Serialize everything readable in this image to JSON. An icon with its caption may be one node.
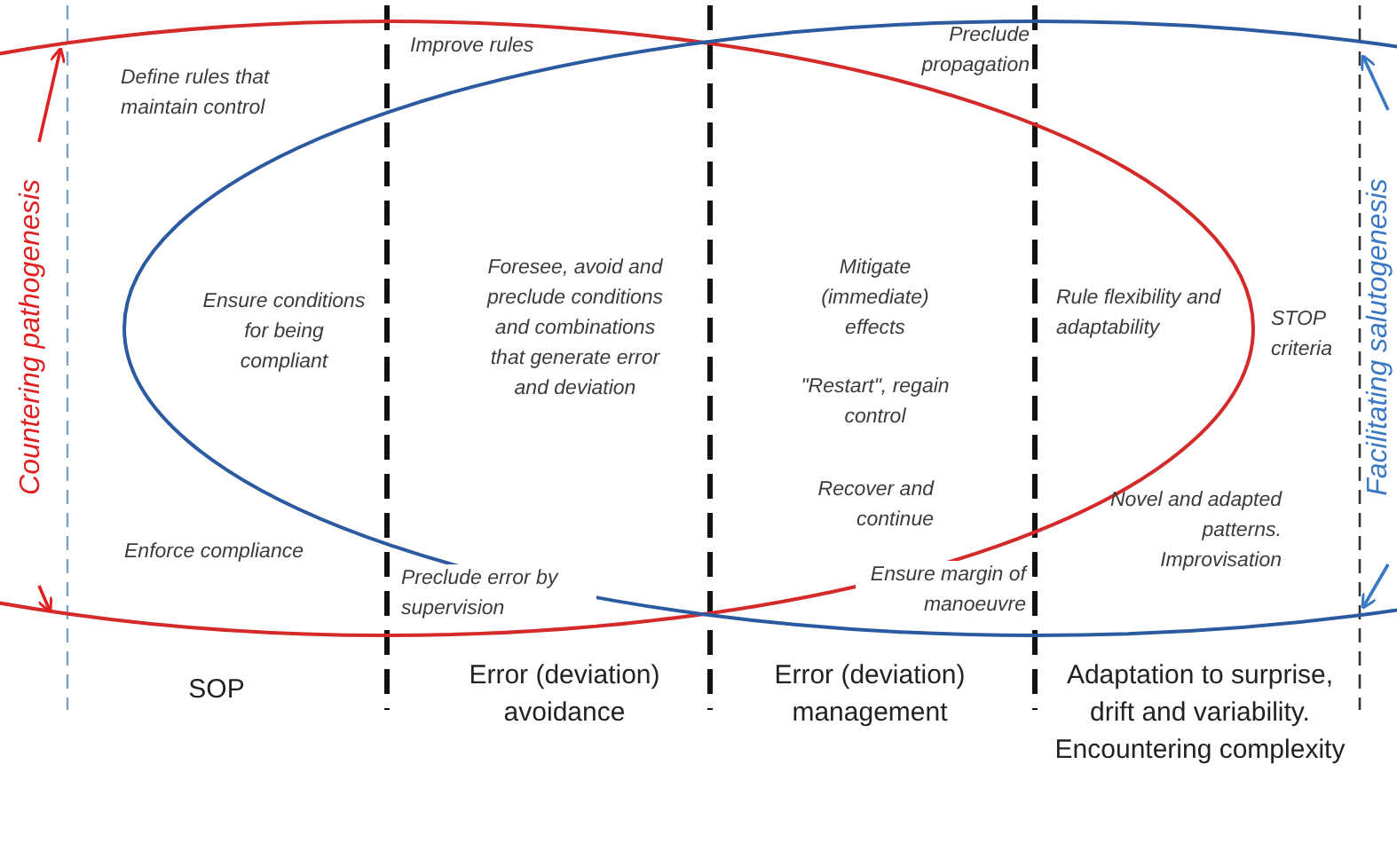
{
  "diagram": {
    "labels": [
      "Countering pathogenesis",
      "Define rules that maintain control",
      "Improve rules",
      "Preclude propagation",
      "Facilitating salutogenesis",
      "Ensure conditions for being compliant",
      "Foresee, avoid and preclude conditions  and combinations that generate error and deviation",
      "Mitigate (immediate) effects",
      "\"Restart\", regain control",
      "Rule flexibility and adaptability",
      "STOP criteria",
      "Enforce compliance",
      "Preclude error by supervision",
      "Recover and continue",
      "Ensure margin of manoeuvre",
      "Novel and adapted patterns. Improvisation",
      "SOP",
      "Error (deviation) avoidance",
      "Error (deviation) management",
      "Adaptation to surprise, drift and variability. Encountering complexity"
    ]
  }
}
